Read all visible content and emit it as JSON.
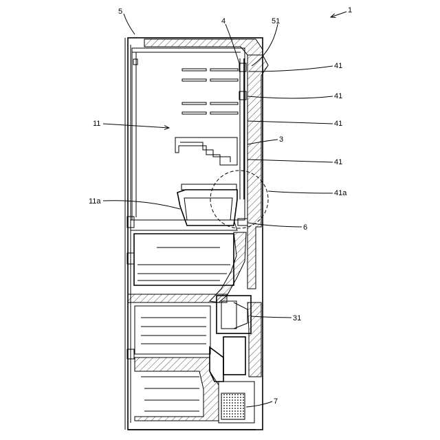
{
  "labels": {
    "l1": "1",
    "l5": "5",
    "l4": "4",
    "l51": "51",
    "l41_1": "41",
    "l41_2": "41",
    "l41_3": "41",
    "l41_4": "41",
    "l3": "3",
    "l11": "11",
    "l41a": "41a",
    "l11a": "11a",
    "l6": "6",
    "l31": "31",
    "l7": "7"
  }
}
